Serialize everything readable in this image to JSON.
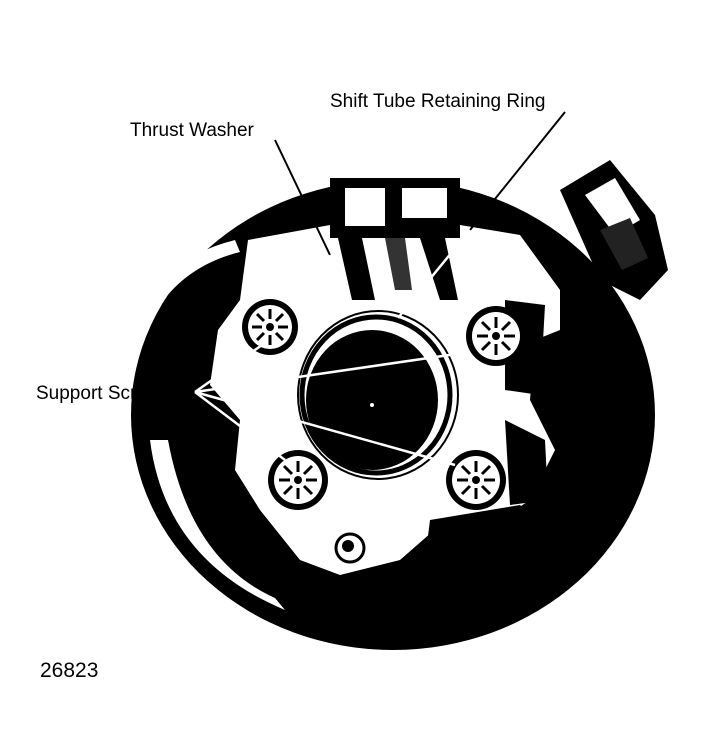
{
  "labels": {
    "shift_tube_retaining_ring": "Shift Tube Retaining Ring",
    "thrust_washer": "Thrust Washer",
    "support_screws": "Support Screws"
  },
  "figure_number": "26823",
  "colors": {
    "ink": "#000000",
    "paper": "#ffffff"
  }
}
